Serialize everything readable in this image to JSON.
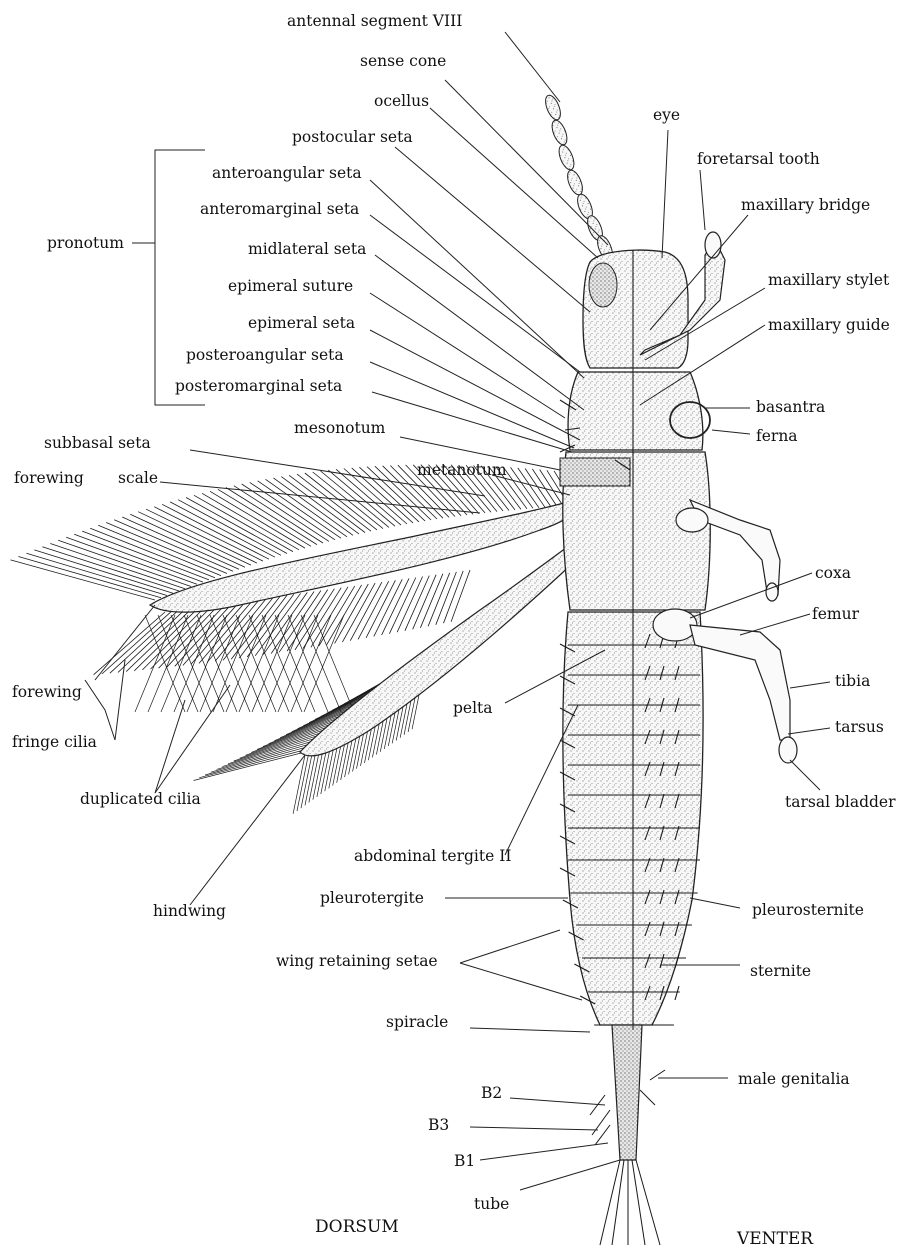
{
  "labels": {
    "antennal_segment_viii": "antennal segment VIII",
    "sense_cone": "sense cone",
    "ocellus": "ocellus",
    "postocular_seta": "postocular seta",
    "anteroangular_seta": "anteroangular seta",
    "anteromarginal_seta": "anteromarginal seta",
    "midlateral_seta": "midlateral seta",
    "epimeral_suture": "epimeral suture",
    "epimeral_seta": "epimeral seta",
    "posteroangular_seta": "posteroangular seta",
    "posteromarginal_seta": "posteromarginal seta",
    "pronotum": "pronotum",
    "mesonotum": "mesonotum",
    "subbasal_seta": "subbasal seta",
    "forewing_scale_a": "forewing",
    "forewing_scale_b": "scale",
    "metanotum": "metanotum",
    "forewing": "forewing",
    "fringe_cilia": "fringe cilia",
    "duplicated_cilia": "duplicated cilia",
    "hindwing": "hindwing",
    "pelta": "pelta",
    "abdominal_tergite_ii": "abdominal tergite II",
    "pleurotergite": "pleurotergite",
    "wing_retaining_setae": "wing retaining setae",
    "spiracle": "spiracle",
    "b2": "B2",
    "b3": "B3",
    "b1": "B1",
    "tube": "tube",
    "dorsum": "DORSUM",
    "eye": "eye",
    "foretarsal_tooth": "foretarsal tooth",
    "maxillary_bridge": "maxillary bridge",
    "maxillary_stylet": "maxillary stylet",
    "maxillary_guide": "maxillary guide",
    "basantra": "basantra",
    "ferna": "ferna",
    "coxa": "coxa",
    "femur": "femur",
    "tibia": "tibia",
    "tarsus": "tarsus",
    "tarsal_bladder": "tarsal bladder",
    "pleurosternite": "pleurosternite",
    "sternite": "sternite",
    "male_genitalia": "male genitalia",
    "venter": "VENTER"
  }
}
